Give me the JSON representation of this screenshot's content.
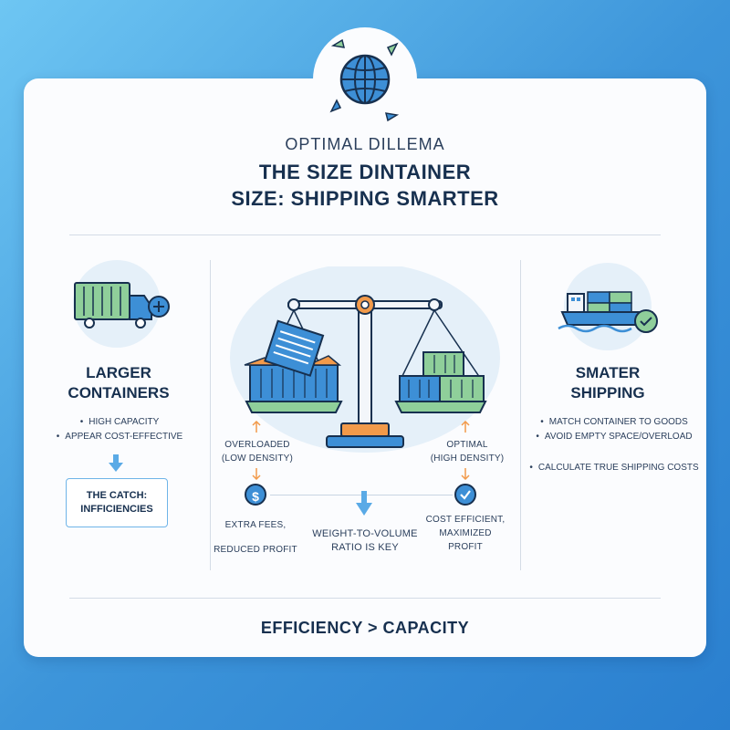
{
  "header": {
    "subtitle": "OPTIMAL DILLEMA",
    "title_line1": "THE SIZE DINTAINER",
    "title_line2": "SIZE: SHIPPING SMARTER"
  },
  "left": {
    "title_line1": "LARGER",
    "title_line2": "CONTAINERS",
    "bullets": [
      "HIGH CAPACITY",
      "APPEAR COST-EFFECTIVE"
    ],
    "catch_line1": "THE CATCH:",
    "catch_line2": "INFFICIENCIES"
  },
  "center": {
    "left_state_line1": "OVERLOADED",
    "left_state_line2": "(LOW DENSITY)",
    "right_state_line1": "OPTIMAL",
    "right_state_line2": "(HIGH DENSITY)",
    "left_result_line1": "EXTRA FEES,",
    "left_result_line2": "REDUCED PROFIT",
    "middle_line1": "WEIGHT-TO-VOLUME",
    "middle_line2": "RATIO IS KEY",
    "right_result_line1": "COST EFFICIENT,",
    "right_result_line2": "MAXIMIZED",
    "right_result_line3": "PROFIT",
    "dollar_symbol": "$"
  },
  "right": {
    "title_line1": "SMATER",
    "title_line2": "SHIPPING",
    "bullets": [
      "MATCH CONTAINER TO GOODS",
      "AVOID EMPTY SPACE/OVERLOAD",
      "CALCULATE TRUE SHIPPING COSTS"
    ]
  },
  "footer": {
    "text": "EFFICIENCY > CAPACITY"
  },
  "icons": {
    "globe": "globe-icon",
    "truck": "truck-icon",
    "plus": "plus-icon",
    "ship": "cargo-ship-icon",
    "check": "checkmark-icon",
    "scale": "balance-scale-icon",
    "dollar": "dollar-icon",
    "arrows": "arrow-icon"
  },
  "colors": {
    "navy": "#17304f",
    "accent_blue": "#3d8fd6",
    "green": "#8fcf9a",
    "orange": "#f29a4a",
    "background": "#4aa3e2"
  }
}
